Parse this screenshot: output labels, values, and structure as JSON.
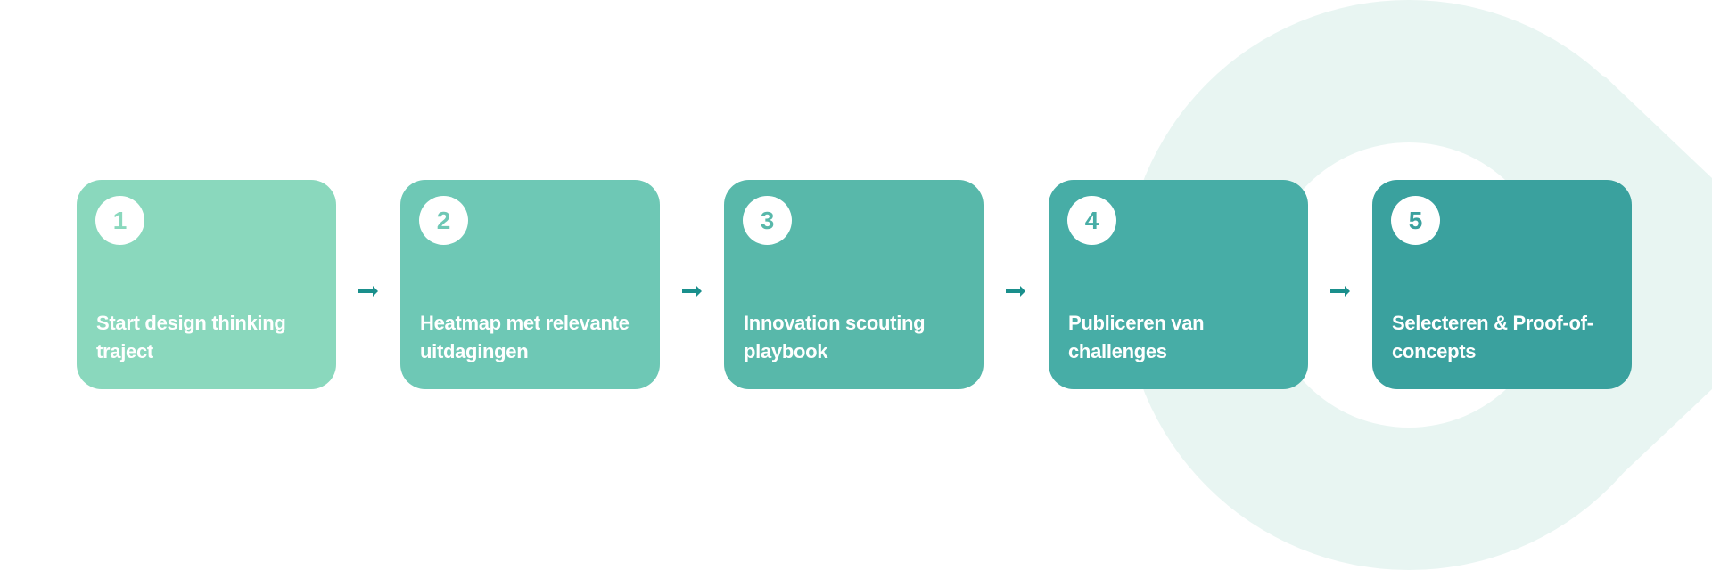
{
  "colors": {
    "background_shape": "#e8f5f2",
    "arrow": "#1a8f8c",
    "steps": [
      "#8ad8bd",
      "#6ec8b5",
      "#58b8aa",
      "#47ada6",
      "#3aa19e"
    ]
  },
  "steps": [
    {
      "number": "1",
      "label": "Start design thinking traject"
    },
    {
      "number": "2",
      "label": "Heatmap met relevante uitdagingen"
    },
    {
      "number": "3",
      "label": "Innovation scouting playbook"
    },
    {
      "number": "4",
      "label": "Publiceren van challenges"
    },
    {
      "number": "5",
      "label": "Selecteren & Proof-of-concepts"
    }
  ],
  "connectors": [
    "arrow-right",
    "arrow-right",
    "arrow-right",
    "arrow-right"
  ]
}
